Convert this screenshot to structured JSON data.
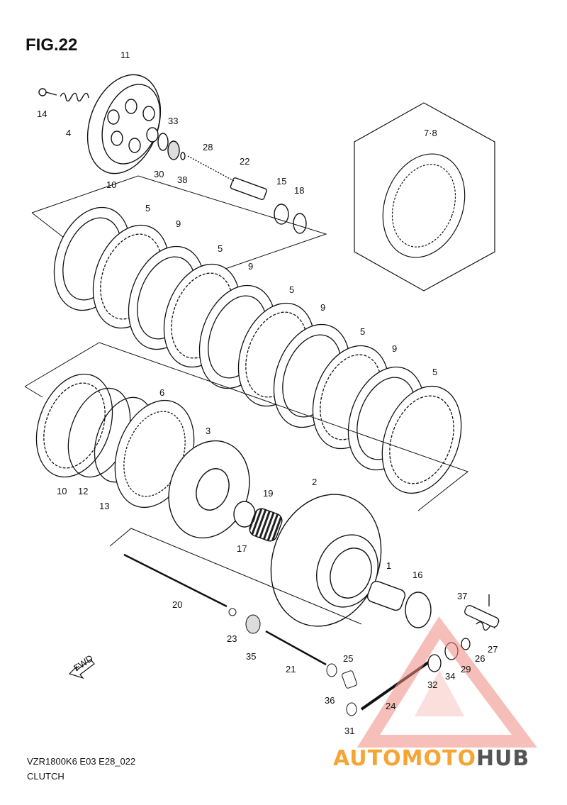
{
  "figure": {
    "title": "FIG.22",
    "model_code": "VZR1800K6 E03 E28_022",
    "section_name": "CLUTCH",
    "fwd_label": "FWD"
  },
  "watermark": {
    "brand_part1": "AUTOMOTO",
    "brand_part2": "HUB",
    "accent_color": "#f4a533",
    "dark_color": "#555555",
    "triangle_color": "#f08a7f"
  },
  "callouts": [
    "11",
    "14",
    "4",
    "33",
    "30",
    "38",
    "28",
    "22",
    "15",
    "18",
    "7·8",
    "10",
    "5",
    "9",
    "5",
    "9",
    "5",
    "9",
    "5",
    "9",
    "5",
    "10",
    "12",
    "13",
    "6",
    "3",
    "19",
    "17",
    "2",
    "20",
    "23",
    "35",
    "21",
    "25",
    "36",
    "31",
    "24",
    "32",
    "34",
    "29",
    "26",
    "27",
    "37",
    "1",
    "16"
  ]
}
